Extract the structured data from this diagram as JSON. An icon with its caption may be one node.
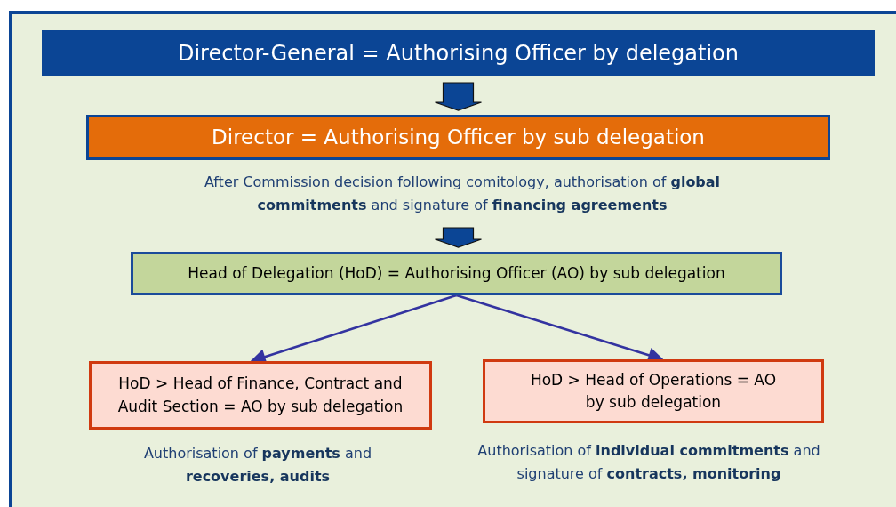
{
  "diagram": {
    "nodes": [
      {
        "text": [
          "Director-General = Authorising Officer by delegation"
        ]
      },
      {
        "text": [
          "Director = Authorising Officer by sub delegation"
        ],
        "beside": [
          "After Commission decision following comitology, authorisation of **global commitments** and signature of **financing agreements**"
        ]
      },
      {
        "text": [
          "Head of Delegation (HoD) = Authorising Officer (AO) by sub delegation"
        ]
      },
      {
        "text": [
          "HoD > Head of Finance, Contract and Audit Section = AO by sub delegation"
        ],
        "beside": [
          "Authorisation of **payments** and **recoveries, audits**"
        ]
      },
      {
        "text": [
          "HoD > Head of Operations = AO by sub delegation"
        ],
        "beside": [
          "Authorisation of **individual commitments** and signature of **contracts, monitoring**"
        ]
      }
    ],
    "edges": [
      {
        "from": 0,
        "to": 1,
        "arrow": "to",
        "style": "thick"
      },
      {
        "from": 1,
        "to": 2,
        "arrow": "to",
        "style": "thick"
      },
      {
        "from": 2,
        "to": 3,
        "arrow": "to"
      },
      {
        "from": 2,
        "to": 4,
        "arrow": "to"
      }
    ]
  }
}
